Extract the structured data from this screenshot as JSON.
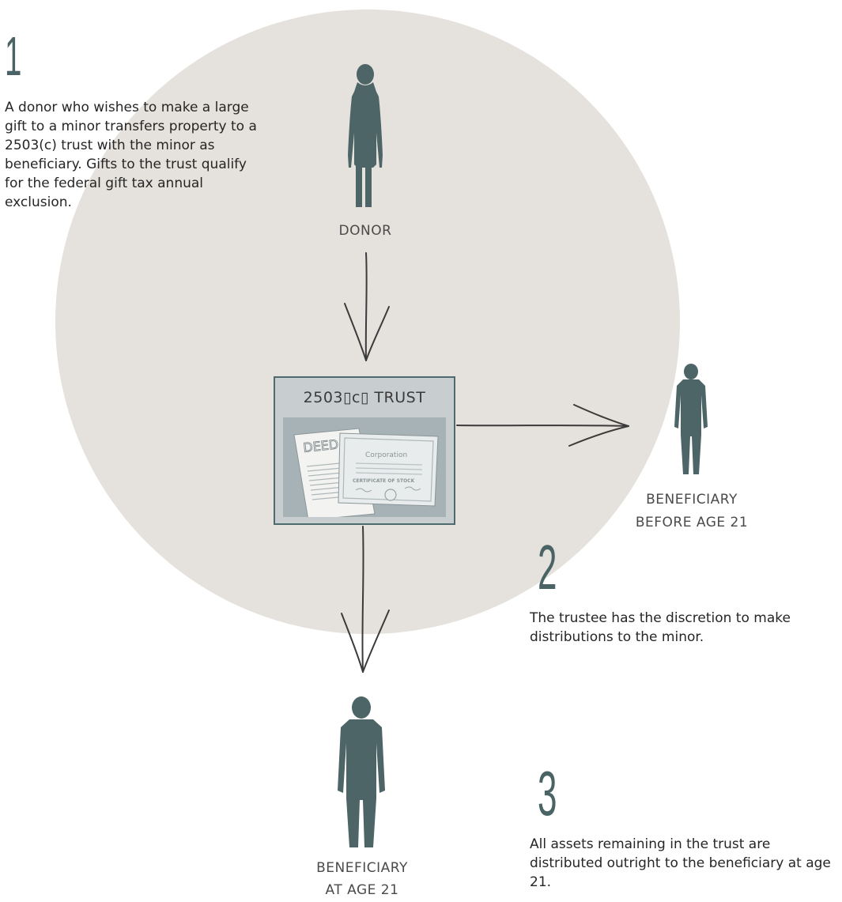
{
  "steps": {
    "one": {
      "number": "1",
      "text": "A donor who wishes to make a large gift to a minor transfers property to a 2503(c) trust with the minor as beneficiary. Gifts to the trust qualify for the federal gift tax annual exclusion."
    },
    "two": {
      "number": "2",
      "text": "The trustee has the discretion to make distributions to the minor."
    },
    "three": {
      "number": "3",
      "text": "All assets remaining in the trust are distributed outright to the beneficiary at age 21."
    }
  },
  "labels": {
    "donor": "DONOR",
    "trust": "2503▯c▯ TRUST",
    "beneficiary_before_line1": "BENEFICIARY",
    "beneficiary_before_line2": "BEFORE AGE 21",
    "beneficiary_at_line1": "BENEFICIARY",
    "beneficiary_at_line2": "AT AGE 21"
  },
  "documents": {
    "deed": "DEED",
    "corporation": "Corporation",
    "certificate": "CERTIFICATE OF STOCK"
  },
  "colors": {
    "circle": "#e5e1dc",
    "figure": "#4d6567",
    "box_border": "#4e6a6c",
    "arrow": "#3b3b3b"
  }
}
